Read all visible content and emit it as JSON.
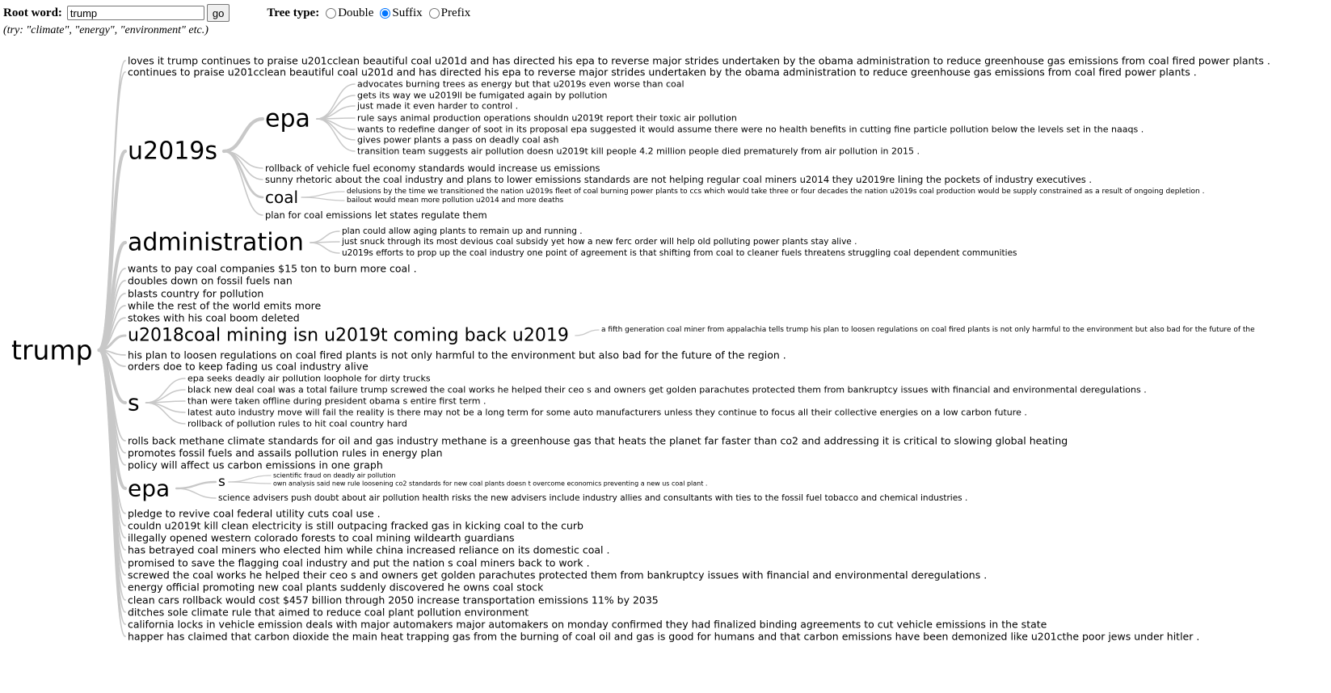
{
  "controls": {
    "root_label": "Root word:",
    "root_value": "trump",
    "go_label": "go",
    "tree_type_label": "Tree type:",
    "options": [
      {
        "label": "Double",
        "checked": false
      },
      {
        "label": "Suffix",
        "checked": true
      },
      {
        "label": "Prefix",
        "checked": false
      }
    ],
    "hint": "(try: \"climate\", \"energy\", \"environment\" etc.)"
  },
  "tree": {
    "word": "trump",
    "children": [
      {
        "word": "loves it trump continues to praise u201cclean beautiful coal u201d and has directed his epa to reverse major strides undertaken by the obama administration to reduce greenhouse gas emissions from coal fired power plants ."
      },
      {
        "word": "continues to praise u201cclean beautiful coal u201d and has directed his epa to reverse major strides undertaken by the obama administration to reduce greenhouse gas emissions from coal fired power plants ."
      },
      {
        "word": "u2019s",
        "children": [
          {
            "word": "epa",
            "children": [
              {
                "word": "advocates burning trees as energy but that u2019s even worse than coal"
              },
              {
                "word": "gets its way we u2019ll be fumigated again by pollution"
              },
              {
                "word": "just made it even harder to control ."
              },
              {
                "word": "rule says animal production operations shouldn u2019t report their toxic air pollution"
              },
              {
                "word": "wants to redefine danger of soot in its proposal epa suggested it would assume there were no health benefits in cutting fine particle pollution below the levels set in the naaqs ."
              },
              {
                "word": "gives power plants a pass on deadly coal ash"
              },
              {
                "word": "transition team suggests air pollution doesn u2019t kill people 4.2 million people died prematurely from air pollution in 2015 ."
              }
            ]
          },
          {
            "word": "rollback of vehicle fuel economy standards would increase us emissions"
          },
          {
            "word": "sunny rhetoric about the coal industry and plans to lower emissions standards are not helping regular coal miners u2014 they u2019re lining the pockets of industry executives ."
          },
          {
            "word": "coal",
            "children": [
              {
                "word": "delusions by the time we transitioned the nation u2019s fleet of coal burning power plants to ccs which would take three or four decades the nation u2019s coal production would be supply constrained as a result of ongoing depletion ."
              },
              {
                "word": "bailout would mean more pollution u2014 and more deaths"
              }
            ]
          },
          {
            "word": "plan for coal emissions let states regulate them"
          }
        ]
      },
      {
        "word": "administration",
        "children": [
          {
            "word": "plan could allow aging plants to remain up and running ."
          },
          {
            "word": "just snuck through its most devious coal subsidy yet how a new ferc order will help old polluting power plants stay alive ."
          },
          {
            "word": "u2019s efforts to prop up the coal industry one point of agreement is that shifting from coal to cleaner fuels threatens struggling coal dependent communities"
          }
        ]
      },
      {
        "word": "wants to pay coal companies $15 ton to burn more coal ."
      },
      {
        "word": "doubles down on fossil fuels nan"
      },
      {
        "word": "blasts country for pollution"
      },
      {
        "word": "while the rest of the world emits more"
      },
      {
        "word": "stokes with his coal boom deleted"
      },
      {
        "word": "u2018coal mining isn u2019t coming back u2019",
        "children": [
          {
            "word": "a fifth generation coal miner from appalachia tells trump his plan to loosen regulations on coal fired plants is not only harmful to the environment but also bad for the future of the"
          }
        ]
      },
      {
        "word": "his plan to loosen regulations on coal fired plants is not only harmful to the environment but also bad for the future of the region ."
      },
      {
        "word": "orders doe to keep fading us coal industry alive"
      },
      {
        "word": "s",
        "children": [
          {
            "word": "epa seeks deadly air pollution loophole for dirty trucks"
          },
          {
            "word": "black new deal coal was a total failure trump screwed the coal works he helped their ceo s and owners get golden parachutes protected them from bankruptcy issues with financial and environmental deregulations ."
          },
          {
            "word": "than were taken offline during president obama s entire first term ."
          },
          {
            "word": "latest auto industry move will fail the reality is there may not be a long term for some auto manufacturers unless they continue to focus all their collective energies on a low carbon future ."
          },
          {
            "word": "rollback of pollution rules to hit coal country hard"
          }
        ]
      },
      {
        "word": "rolls back methane climate standards for oil and gas industry methane is a greenhouse gas that heats the planet far faster than co2 and addressing it is critical to slowing global heating"
      },
      {
        "word": "promotes fossil fuels and assails pollution rules in energy plan"
      },
      {
        "word": "policy will affect us carbon emissions in one graph"
      },
      {
        "word": "epa",
        "children": [
          {
            "word": "s",
            "children": [
              {
                "word": "scientific fraud on deadly air pollution"
              },
              {
                "word": "own analysis said new rule loosening co2 standards for new coal plants doesn t overcome economics preventing a new us coal plant ."
              }
            ]
          },
          {
            "word": "science advisers push doubt about air pollution health risks the new advisers include industry allies and consultants with ties to the fossil fuel tobacco and chemical industries ."
          }
        ]
      },
      {
        "word": "pledge to revive coal federal utility cuts coal use ."
      },
      {
        "word": "couldn u2019t kill clean electricity is still outpacing fracked gas in kicking coal to the curb"
      },
      {
        "word": "illegally opened western colorado forests to coal mining wildearth guardians"
      },
      {
        "word": "has betrayed coal miners who elected him while china increased reliance on its domestic coal ."
      },
      {
        "word": "promised to save the flagging coal industry and put the nation s coal miners back to work ."
      },
      {
        "word": "screwed the coal works he helped their ceo s and owners get golden parachutes protected them from bankruptcy issues with financial and environmental deregulations ."
      },
      {
        "word": "energy official promoting new coal plants suddenly discovered he owns coal stock"
      },
      {
        "word": "clean cars rollback would cost $457 billion through 2050 increase transportation emissions 11% by 2035"
      },
      {
        "word": "ditches sole climate rule that aimed to reduce coal plant pollution environment"
      },
      {
        "word": "california locks in vehicle emission deals with major automakers major automakers on monday confirmed they had finalized binding agreements to cut vehicle emissions in the state"
      },
      {
        "word": "happer has claimed that carbon dioxide the main heat trapping gas from the burning of coal oil and gas is good for humans and that carbon emissions have been demonized like u201cthe poor jews under hitler ."
      }
    ]
  }
}
